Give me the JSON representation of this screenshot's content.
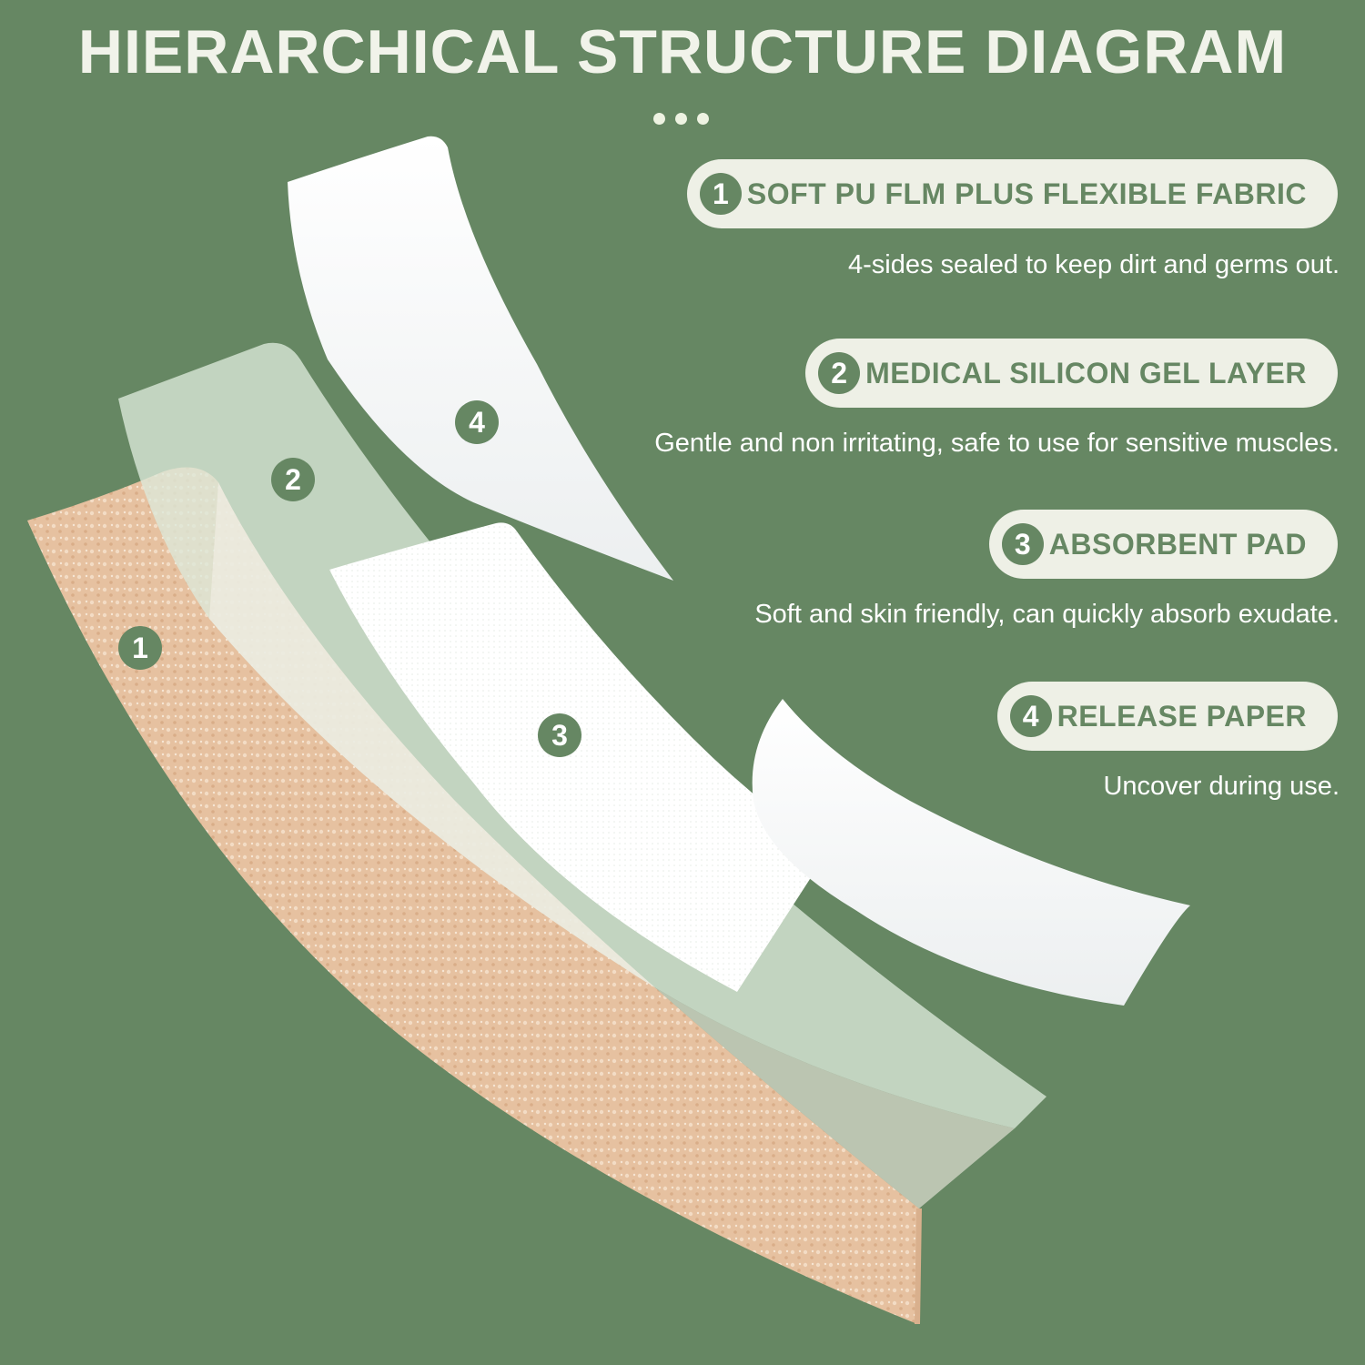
{
  "title": "HIERARCHICAL STRUCTURE DIAGRAM",
  "colors": {
    "background": "#668763",
    "pill_background": "#eef0e6",
    "accent": "#668763",
    "fabric": "#e8c4a4",
    "gel": "#dbe7d8",
    "white": "#ffffff"
  },
  "layers": [
    {
      "number": "1",
      "name": "SOFT PU FLM PLUS FLEXIBLE FABRIC",
      "description": "4-sides sealed to keep dirt and germs out."
    },
    {
      "number": "2",
      "name": "MEDICAL SILICON GEL LAYER",
      "description": "Gentle and non irritating, safe to use for sensitive muscles."
    },
    {
      "number": "3",
      "name": "ABSORBENT PAD",
      "description": "Soft and skin friendly, can quickly absorb exudate."
    },
    {
      "number": "4",
      "name": "RELEASE PAPER",
      "description": "Uncover during use."
    }
  ]
}
